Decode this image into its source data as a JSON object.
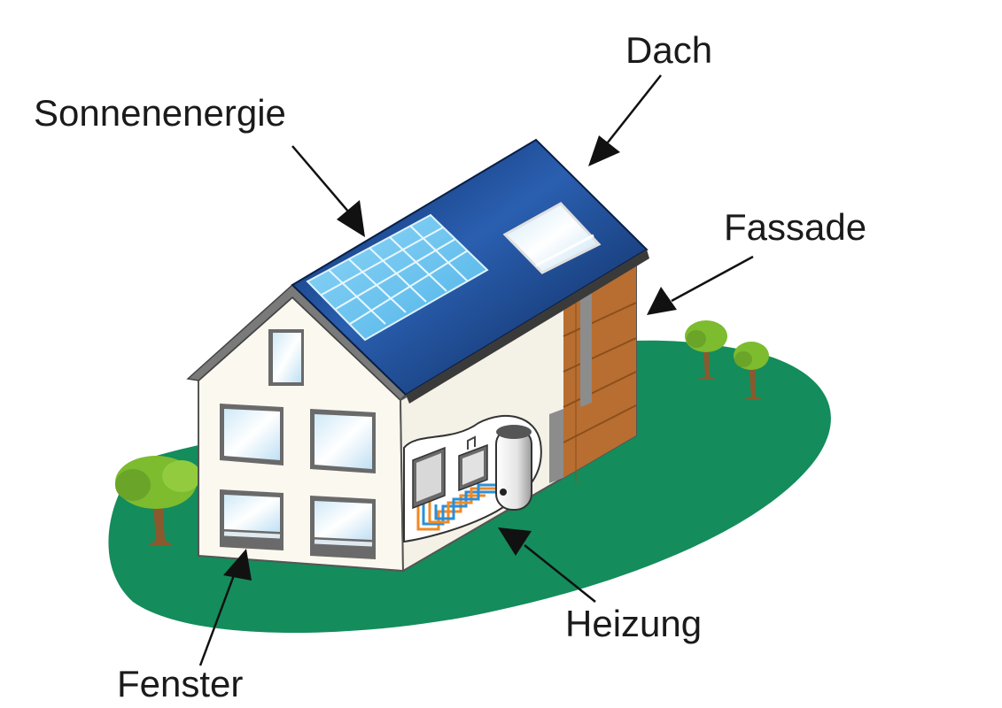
{
  "labels": {
    "dach": "Dach",
    "sonnenenergie": "Sonnenenergie",
    "fassade": "Fassade",
    "heizung": "Heizung",
    "fenster": "Fenster"
  },
  "colors": {
    "lawn": "#148c5c",
    "roof": "#0d2f6b",
    "roof_highlight": "#2a5fb0",
    "solar_panel": "#6cc4f0",
    "wall": "#fbf8ef",
    "wood_facade": "#b86e30",
    "tree_foliage": "#7dbb2f",
    "tree_trunk": "#8a5a2e",
    "pipe_hot": "#f08a24",
    "pipe_cold": "#2a8fd8",
    "arrow": "#111111"
  }
}
